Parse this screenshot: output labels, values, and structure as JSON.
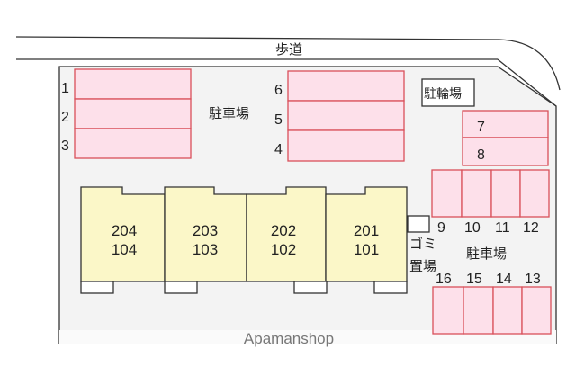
{
  "sidewalk_label": "歩道",
  "parking_label_main": "駐車場",
  "parking_label_east": "駐車場",
  "bicycle_parking_label": "駐輪場",
  "garbage_label_line1": "ゴミ",
  "garbage_label_line2": "置場",
  "parking_spaces": [
    "1",
    "2",
    "3",
    "4",
    "5",
    "6",
    "7",
    "8",
    "9",
    "10",
    "11",
    "12",
    "13",
    "14",
    "15",
    "16"
  ],
  "units": [
    {
      "upper": "204",
      "lower": "104"
    },
    {
      "upper": "203",
      "lower": "103"
    },
    {
      "upper": "202",
      "lower": "102"
    },
    {
      "upper": "201",
      "lower": "101"
    }
  ],
  "watermark": "Apamanshop",
  "colors": {
    "parking_fill": "#fde0ea",
    "parking_stroke": "#d9505a",
    "building_fill": "#fbf7c8",
    "lot_fill": "#f3f3f3"
  }
}
